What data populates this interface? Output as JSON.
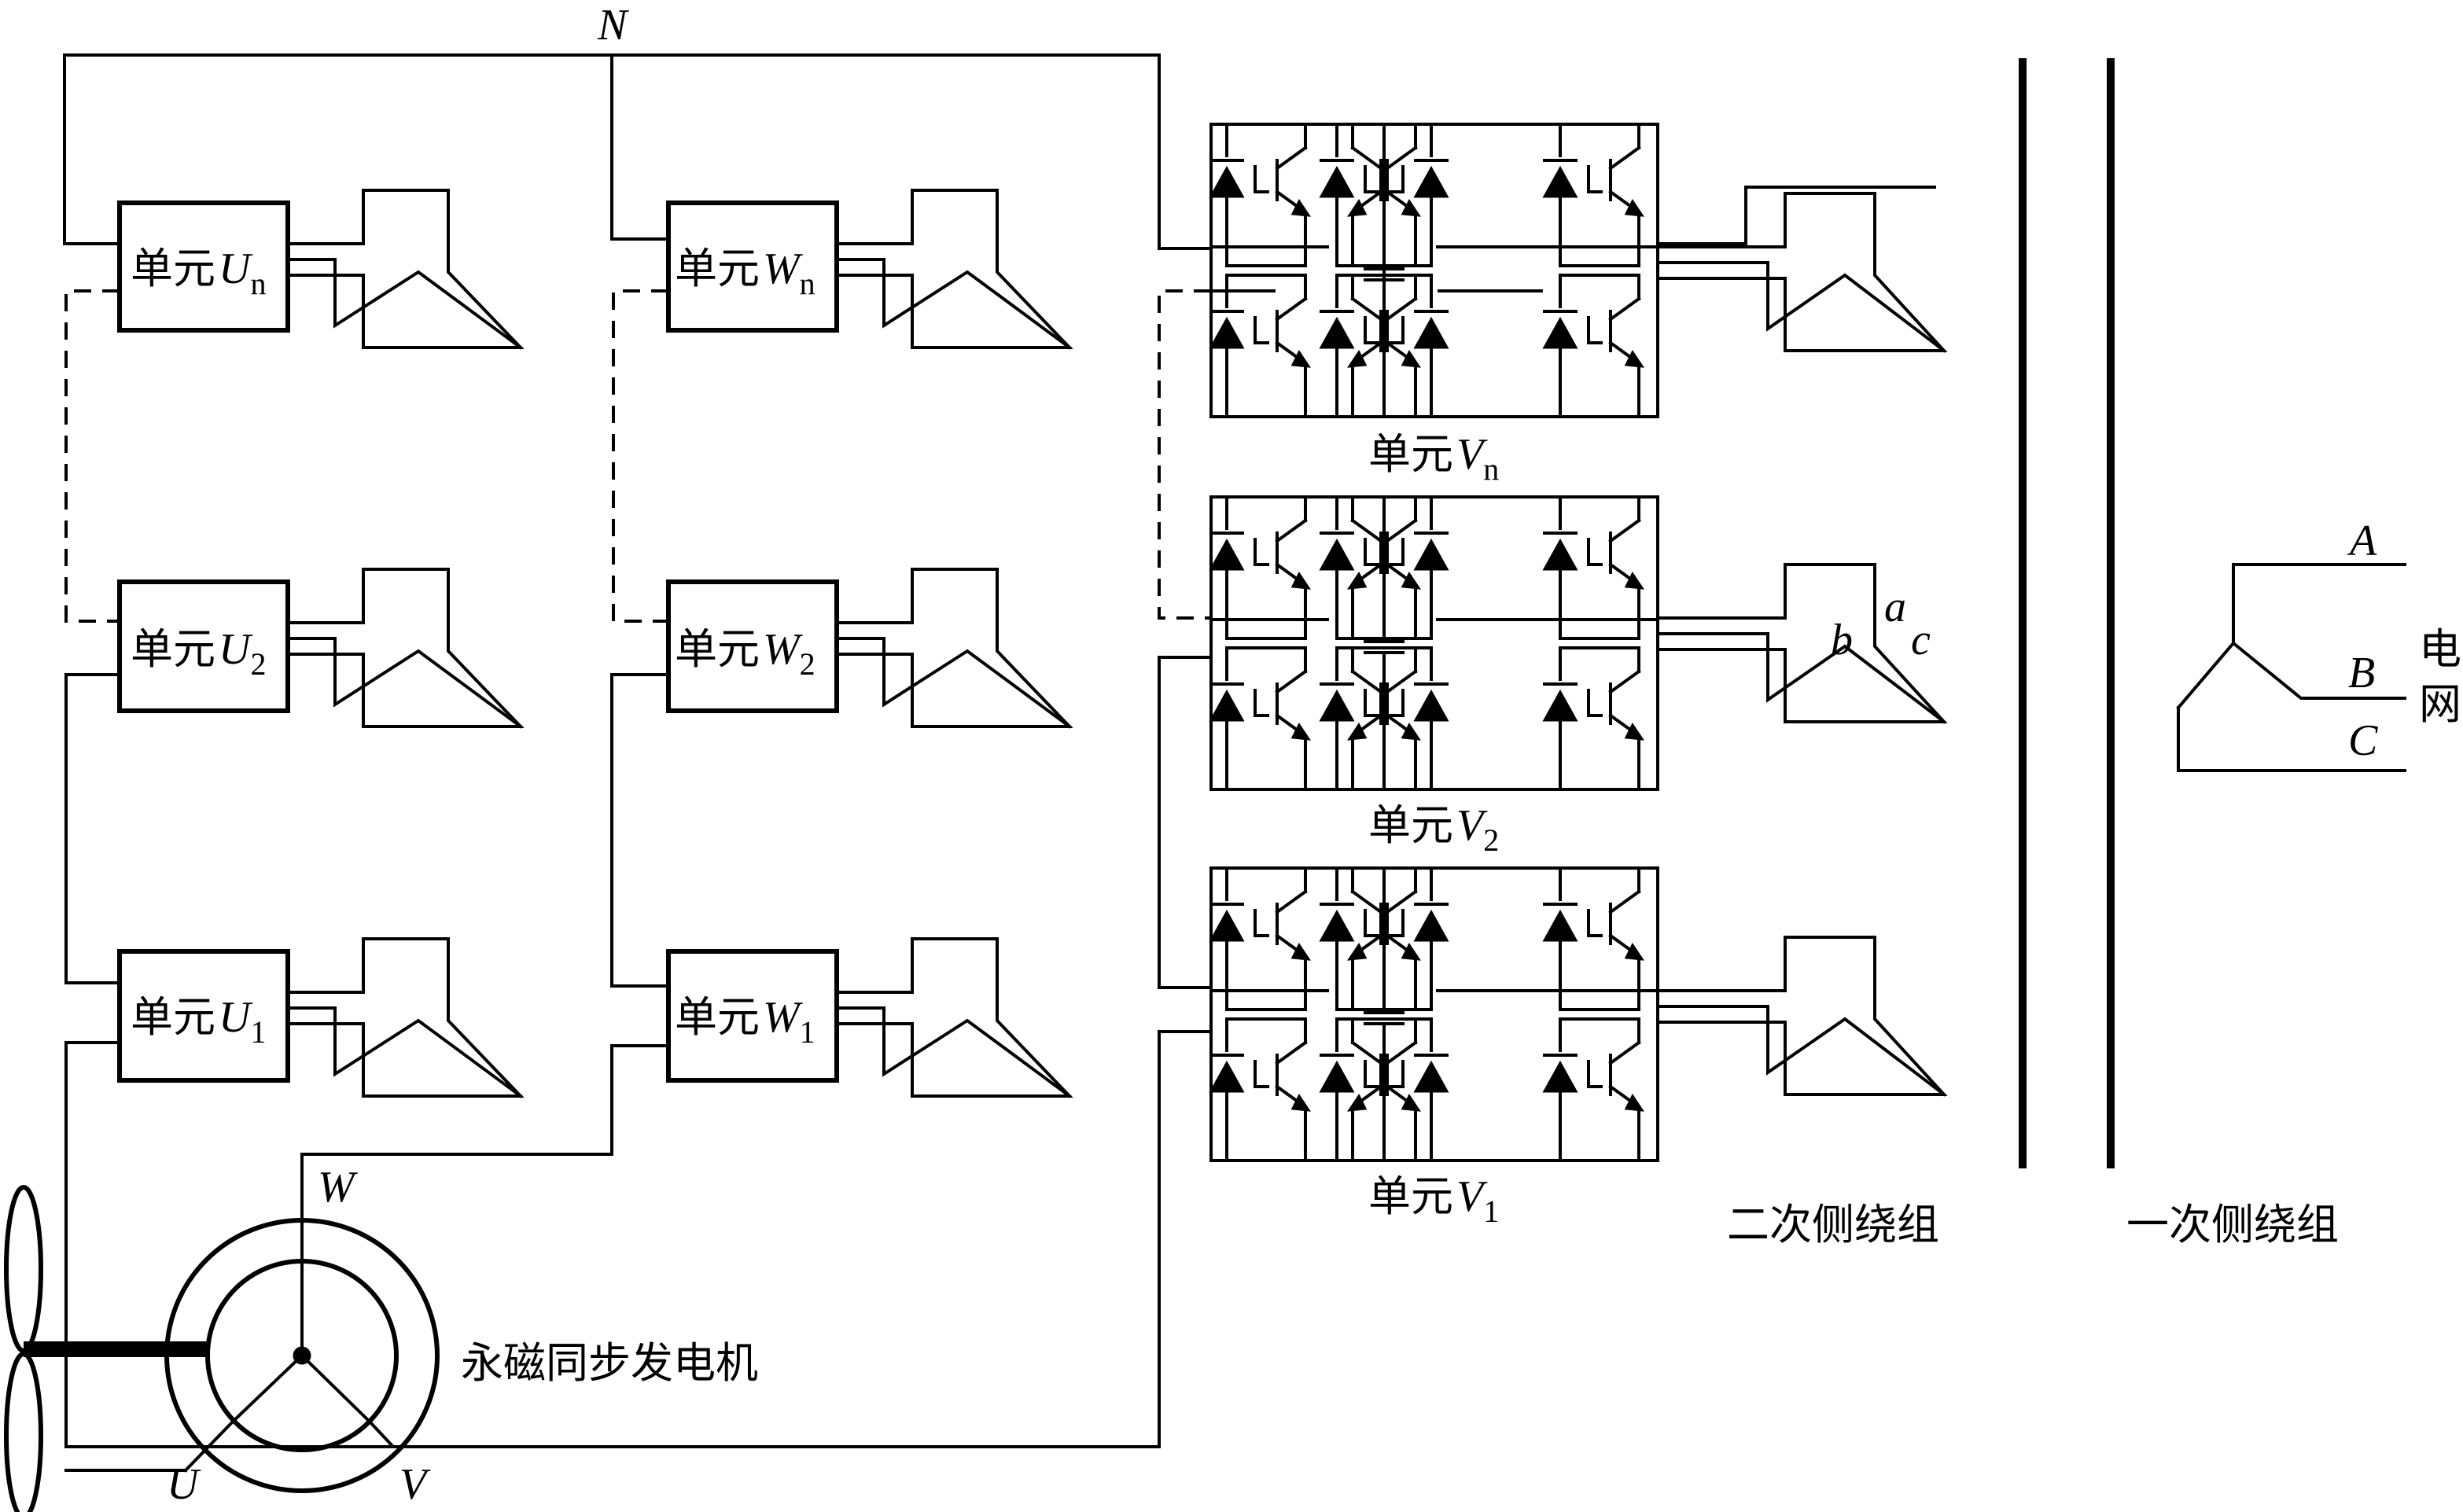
{
  "labels": {
    "neutral": "N",
    "generator": "永磁同步发电机",
    "gen_u": "U",
    "gen_v": "V",
    "gen_w": "W",
    "secondary_winding": "二次侧绕组",
    "primary_winding": "一次侧绕组",
    "grid_char1": "电",
    "grid_char2": "网",
    "phase_A": "A",
    "phase_B": "B",
    "phase_C": "C",
    "sec_a": "a",
    "sec_b": "b",
    "sec_c": "c"
  },
  "units": {
    "U": [
      {
        "prefix": "单元",
        "letter": "U",
        "sub": "n"
      },
      {
        "prefix": "单元",
        "letter": "U",
        "sub": "2"
      },
      {
        "prefix": "单元",
        "letter": "U",
        "sub": "1"
      }
    ],
    "W": [
      {
        "prefix": "单元",
        "letter": "W",
        "sub": "n"
      },
      {
        "prefix": "单元",
        "letter": "W",
        "sub": "2"
      },
      {
        "prefix": "单元",
        "letter": "W",
        "sub": "1"
      }
    ],
    "V": [
      {
        "prefix": "单元",
        "letter": "V",
        "sub": "n"
      },
      {
        "prefix": "单元",
        "letter": "V",
        "sub": "2"
      },
      {
        "prefix": "单元",
        "letter": "V",
        "sub": "1"
      }
    ]
  }
}
